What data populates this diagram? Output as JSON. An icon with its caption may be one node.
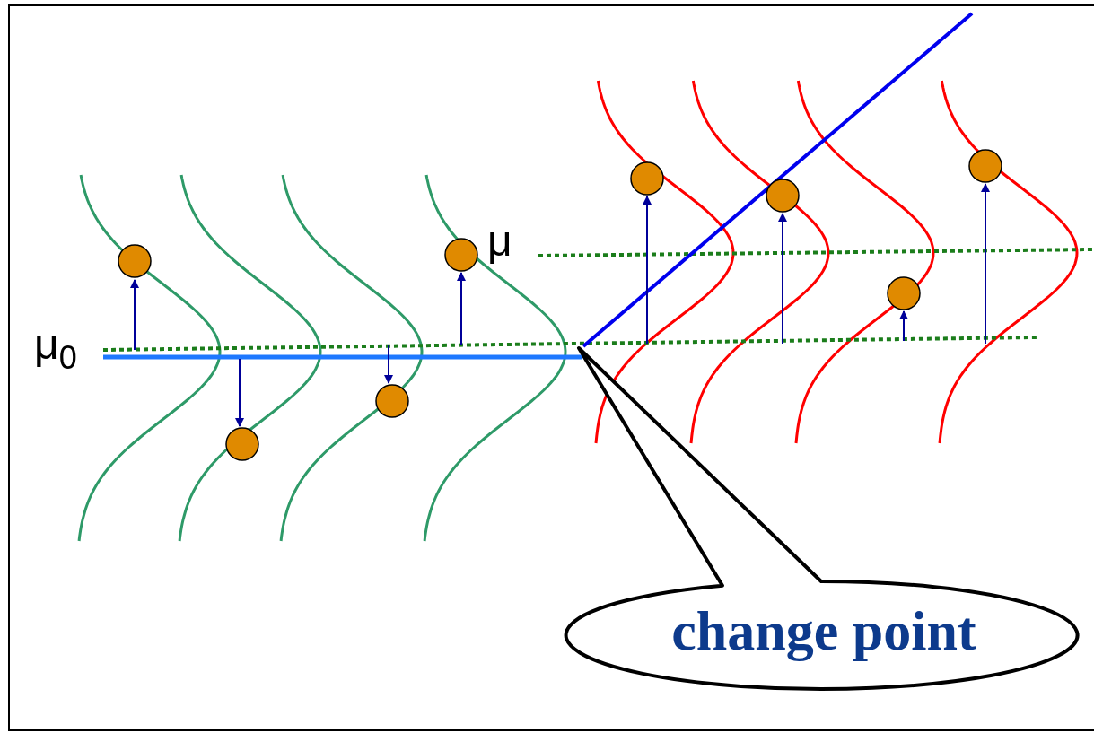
{
  "diagram": {
    "nodes": [
      {
        "text": [
          "change point"
        ]
      }
    ],
    "edges": [],
    "labels": [
      "μ$_{0}$",
      "μ"
    ]
  }
}
